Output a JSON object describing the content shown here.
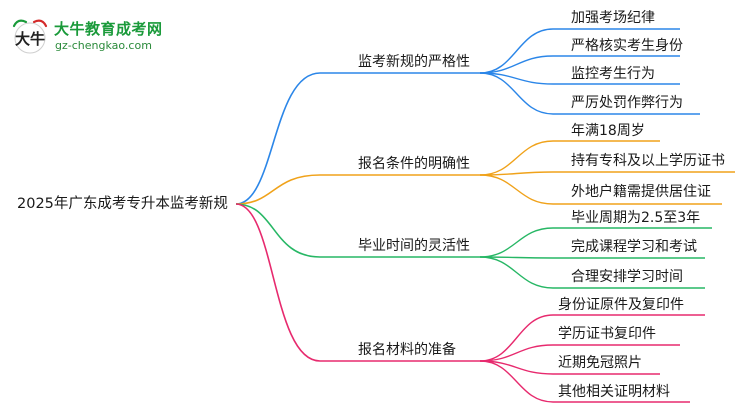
{
  "logo": {
    "glyph": "大牛",
    "title": "大牛教育成考网",
    "url": "gz-chengkao.com"
  },
  "root": "2025年广东成考专升本监考新规",
  "colors": {
    "blue": "#2b86e8",
    "orange": "#f0a21a",
    "green": "#27b765",
    "magenta": "#e72a6e",
    "logo_green": "#1a9a3a",
    "logo_red": "#d42a2a"
  },
  "branches": [
    {
      "label": "监考新规的严格性",
      "color_key": "blue",
      "leaves": [
        "加强考场纪律",
        "严格核实考生身份",
        "监控考生行为",
        "严厉处罚作弊行为"
      ]
    },
    {
      "label": "报名条件的明确性",
      "color_key": "orange",
      "leaves": [
        "年满18周岁",
        "持有专科及以上学历证书",
        "外地户籍需提供居住证"
      ]
    },
    {
      "label": "毕业时间的灵活性",
      "color_key": "green",
      "leaves": [
        "毕业周期为2.5至3年",
        "完成课程学习和考试",
        "合理安排学习时间"
      ]
    },
    {
      "label": "报名材料的准备",
      "color_key": "magenta",
      "leaves": [
        "身份证原件及复印件",
        "学历证书复印件",
        "近期免冠照片",
        "其他相关证明材料"
      ]
    }
  ]
}
